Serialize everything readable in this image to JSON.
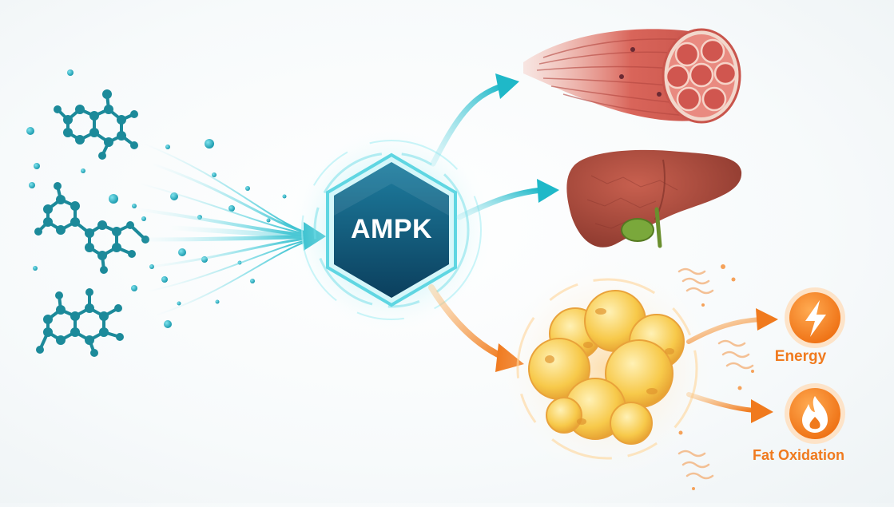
{
  "hub": {
    "label": "AMPK"
  },
  "outputs": [
    {
      "label": "Energy"
    },
    {
      "label": "Fat Oxidation"
    }
  ],
  "colors": {
    "teal": "#1fb8c8",
    "navy": "#0f4c6e",
    "molecule": "#1c8a9a",
    "muscle": "#d9655a",
    "liver": "#a8473a",
    "fat": "#f7c94a",
    "orange": "#f07a1e"
  }
}
